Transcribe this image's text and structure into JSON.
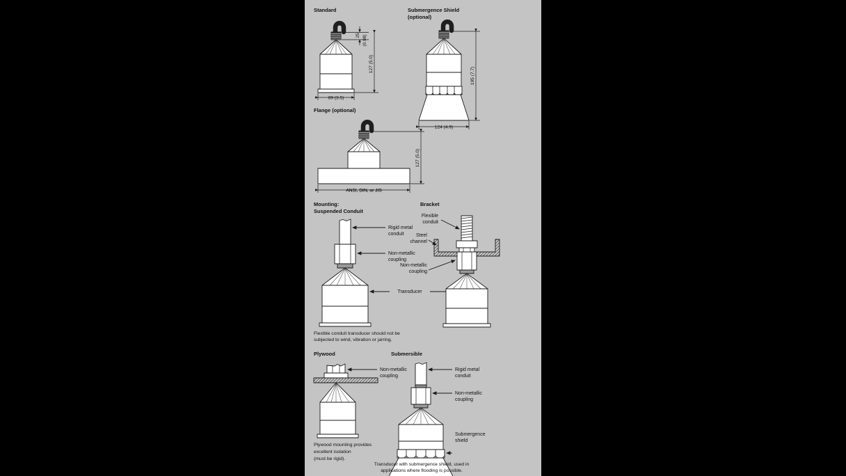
{
  "page": {
    "background_color": "#000000",
    "panel_color": "#c4c4c4",
    "line_color": "#1a1a1a",
    "fill_color": "#ffffff",
    "accent_dark": "#222222"
  },
  "figures": {
    "standard": {
      "heading": "Standard",
      "dim_neck": "25",
      "dim_neck_in": "(0.98)",
      "dim_height": "127 (5.0)",
      "dim_width": "89 (3.5)"
    },
    "submergence": {
      "heading_line1": "Submergence Shield",
      "heading_line2": "(optional)",
      "dim_height": "195 (7.7)",
      "dim_width": "124 (4.9)"
    },
    "flange": {
      "heading": "Flange (optional)",
      "dim_height": "127 (5.0)",
      "dim_width": "ANSI, DIN, or JIS"
    },
    "mounting": {
      "heading_line1": "Mounting:",
      "heading_line2": "Suspended Conduit",
      "callout_rigid_1": "Rigid metal",
      "callout_rigid_2": "conduit",
      "callout_nonmetallic_1": "Non-metallic",
      "callout_nonmetallic_2": "coupling",
      "callout_transducer": "Transducer",
      "note_line1": "Flexible conduit transducer should not be",
      "note_line2": "subjected to wind, vibration or jarring."
    },
    "bracket": {
      "heading": "Bracket",
      "callout_flexible_1": "Flexible",
      "callout_flexible_2": "conduit",
      "callout_steel_1": "Steel",
      "callout_steel_2": "channel",
      "callout_nonmetallic_1": "Non-metallic",
      "callout_nonmetallic_2": "coupling"
    },
    "plywood": {
      "heading": "Plywood",
      "callout_nonmetallic_1": "Non-metallic",
      "callout_nonmetallic_2": "coupling",
      "note_line1": "Plywood mounting provides",
      "note_line2": "excellent isolation",
      "note_line3": "(must be rigid)."
    },
    "submersible": {
      "heading": "Submersible",
      "callout_rigid_1": "Rigid metal",
      "callout_rigid_2": "conduit",
      "callout_nonmetallic_1": "Non-metallic",
      "callout_nonmetallic_2": "coupling",
      "callout_shield_1": "Submergence",
      "callout_shield_2": "shield",
      "note_line1": "Transducer with submergence shield, used in",
      "note_line2": "applications where flooding is possible."
    }
  }
}
